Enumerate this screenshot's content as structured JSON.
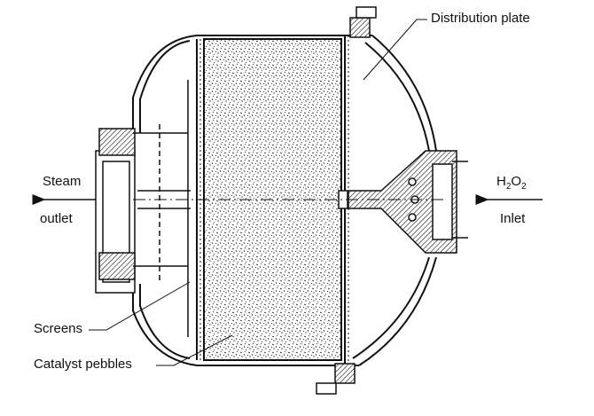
{
  "labels": {
    "distribution_plate": "Distribution plate",
    "steam": "Steam",
    "outlet": "outlet",
    "h2o2_h": "H",
    "h2o2_2a": "2",
    "h2o2_o": "O",
    "h2o2_2b": "2",
    "inlet": "Inlet",
    "screens": "Screens",
    "catalyst_pebbles": "Catalyst pebbles"
  },
  "colors": {
    "ink": "#111111",
    "background": "#ffffff"
  }
}
